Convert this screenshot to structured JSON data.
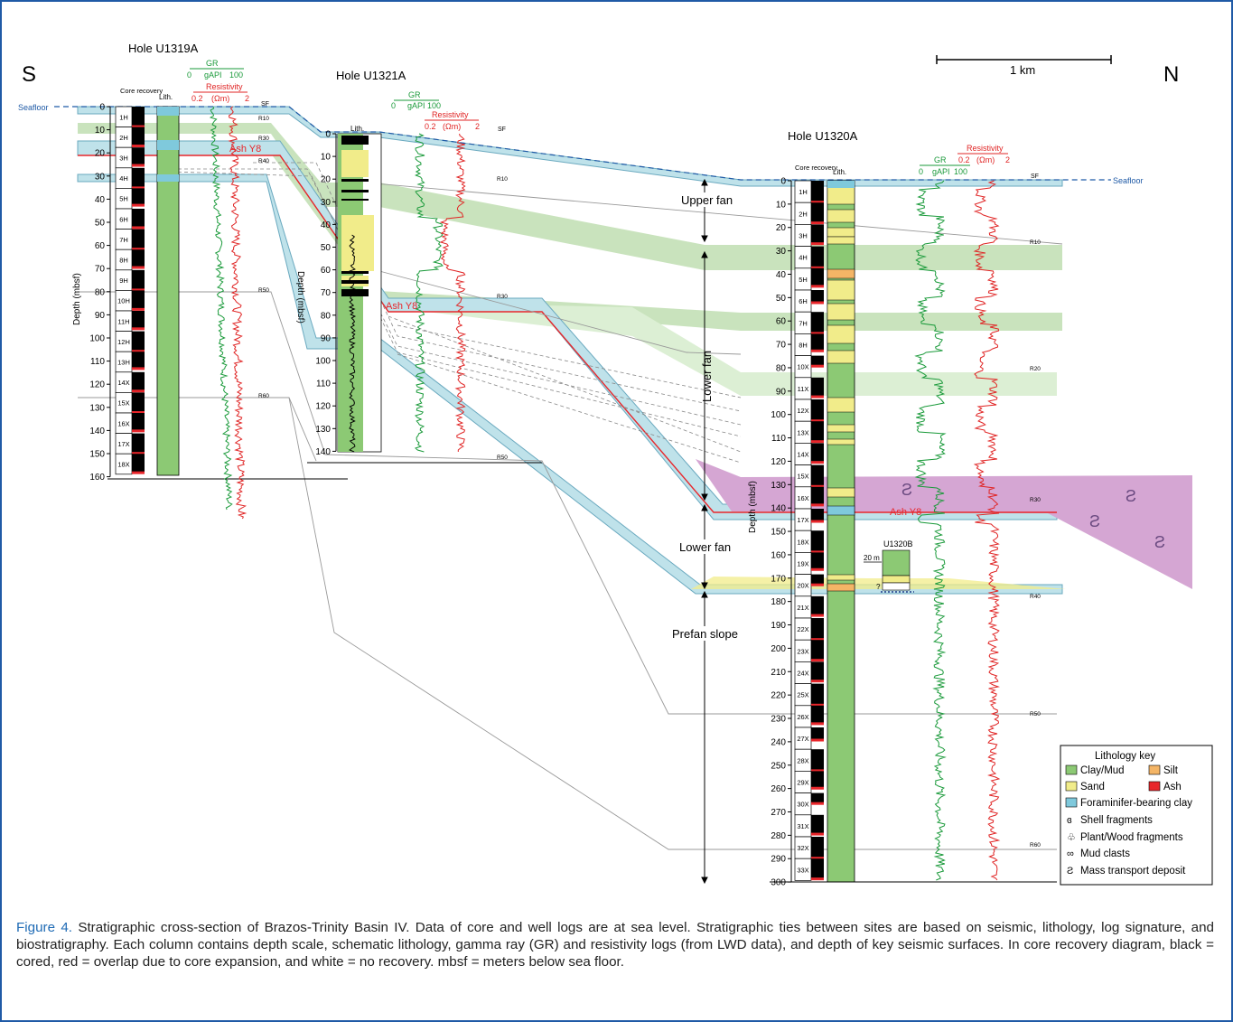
{
  "figure": {
    "direction_left": "S",
    "direction_right": "N",
    "scale_label": "1 km",
    "seafloor_label": "Seafloor",
    "colors": {
      "clay": "#8cc974",
      "sand": "#f1ec8a",
      "silt": "#f4b566",
      "ash": "#e8262b",
      "foram": "#7fc9dc",
      "band_blue": "#bfe2ea",
      "band_green": "#c9e3bd",
      "mtd": "#d5a6d3",
      "gr": "#1a9a3a",
      "res": "#e02424",
      "border": "#1f5aa6"
    },
    "holes": {
      "u1319a": {
        "title": "Hole U1319A",
        "axis_label": "Depth (mbsf)",
        "core_recovery_label": "Core recovery",
        "lith_label": "Lith.",
        "gr_title": "GR",
        "gr_min": "0",
        "gr_unit": "gAPI",
        "gr_max": "100",
        "res_title": "Resistivity",
        "res_min": "0.2",
        "res_unit": "(Ωm)",
        "res_max": "2",
        "sf_label": "SF",
        "depth_ticks": [
          "0",
          "10",
          "20",
          "30",
          "40",
          "50",
          "60",
          "70",
          "80",
          "90",
          "100",
          "110",
          "120",
          "130",
          "140",
          "150",
          "160"
        ],
        "cores": [
          "1H",
          "2H",
          "3H",
          "4H",
          "5H",
          "6H",
          "7H",
          "8H",
          "9H",
          "10H",
          "11H",
          "12H",
          "13H",
          "14X",
          "15X",
          "16X",
          "17X",
          "18X"
        ],
        "reflectors": [
          "R10",
          "R30",
          "R40",
          "R50",
          "R60"
        ]
      },
      "u1321a": {
        "title": "Hole U1321A",
        "axis_label": "Depth (mbsf)",
        "lith_label": "Lith.",
        "gr_title": "GR",
        "gr_min": "0",
        "gr_unit": "gAPI",
        "gr_max": "100",
        "res_title": "Resistivity",
        "res_min": "0.2",
        "res_unit": "(Ωm)",
        "res_max": "2",
        "sf_label": "SF",
        "depth_ticks": [
          "0",
          "10",
          "20",
          "30",
          "40",
          "50",
          "60",
          "70",
          "80",
          "90",
          "100",
          "110",
          "120",
          "130",
          "140"
        ],
        "reflectors": [
          "R10",
          "R30",
          "R50"
        ]
      },
      "u1320a": {
        "title": "Hole U1320A",
        "axis_label": "Depth (mbsf)",
        "core_recovery_label": "Core recovery",
        "lith_label": "Lith.",
        "gr_title": "GR",
        "gr_min": "0",
        "gr_unit": "gAPI",
        "gr_max": "100",
        "res_title": "Resistivity",
        "res_min": "0.2",
        "res_unit": "(Ωm)",
        "res_max": "2",
        "sf_label": "SF",
        "depth_ticks": [
          "0",
          "10",
          "20",
          "30",
          "40",
          "50",
          "60",
          "70",
          "80",
          "90",
          "100",
          "110",
          "120",
          "130",
          "140",
          "150",
          "160",
          "170",
          "180",
          "190",
          "200",
          "210",
          "220",
          "230",
          "240",
          "250",
          "260",
          "270",
          "280",
          "290",
          "300"
        ],
        "cores": [
          "1H",
          "2H",
          "3H",
          "4H",
          "5H",
          "6H",
          "7H",
          "8H",
          "10X",
          "11X",
          "12X",
          "13X",
          "14X",
          "15X",
          "16X",
          "17X",
          "18X",
          "19X",
          "20X",
          "21X",
          "22X",
          "23X",
          "24X",
          "25X",
          "26X",
          "27X",
          "28X",
          "29X",
          "30X",
          "31X",
          "32X",
          "33X"
        ],
        "reflectors": [
          "R10",
          "R20",
          "R30",
          "R40",
          "R50",
          "R60"
        ]
      },
      "u1320b": {
        "title": "U1320B",
        "scale": "20 m",
        "query": "?"
      }
    },
    "ash_label": "Ash Y8",
    "intervals": [
      "Upper fan",
      "Lower fan",
      "Lower fan",
      "Prefan slope"
    ],
    "legend": {
      "title": "Lithology key",
      "items": [
        {
          "label": "Clay/Mud",
          "swatch": "clay"
        },
        {
          "label": "Silt",
          "swatch": "silt"
        },
        {
          "label": "Sand",
          "swatch": "sand"
        },
        {
          "label": "Ash",
          "swatch": "ash"
        },
        {
          "label": "Foraminifer-bearing clay",
          "swatch": "foram"
        },
        {
          "label": "Shell fragments",
          "symbol": "shell"
        },
        {
          "label": "Plant/Wood fragments",
          "symbol": "plant"
        },
        {
          "label": "Mud clasts",
          "symbol": "mudclast"
        },
        {
          "label": "Mass transport deposit",
          "symbol": "mtd"
        }
      ]
    }
  },
  "caption": {
    "label": "Figure 4.",
    "text": "Stratigraphic cross-section of Brazos-Trinity Basin IV. Data of core and well logs are at sea level. Stratigraphic ties between sites are based on seismic, lithology, log signature, and biostratigraphy. Each column contains depth scale, schematic lithology, gamma ray (GR) and resistivity logs (from LWD data), and depth of key seismic surfaces. In core recovery diagram, black = cored, red = overlap due to core expansion, and white = no recovery. mbsf = meters below sea floor."
  }
}
